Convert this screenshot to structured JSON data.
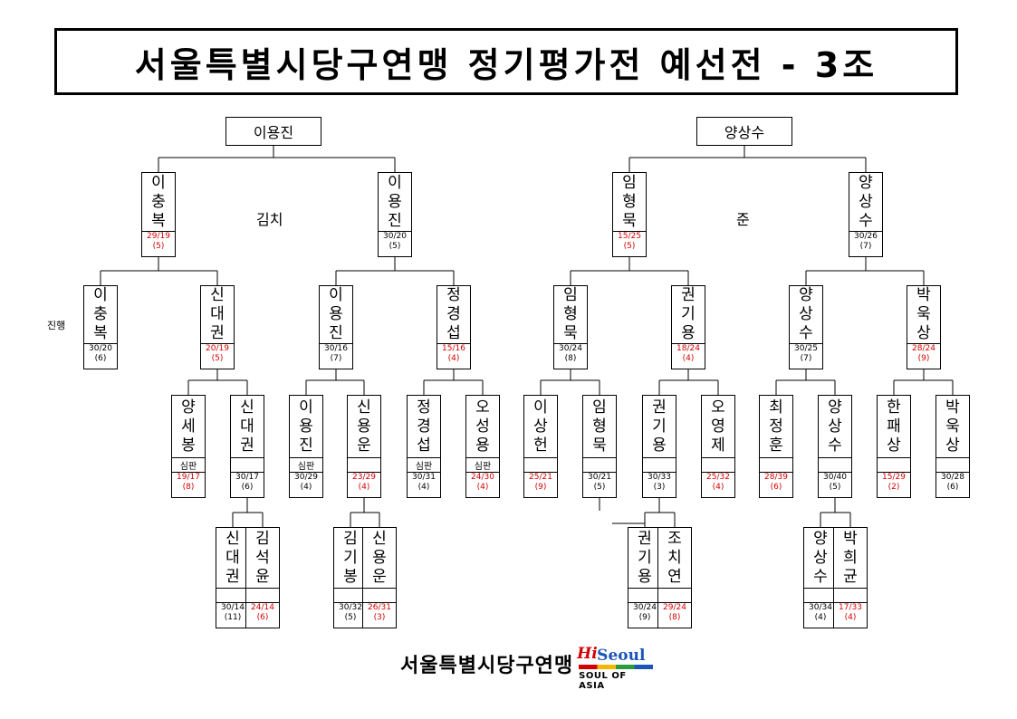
{
  "title": "서울특별시당구연맹 정기평가전 예선전 - 3조",
  "champions": [
    "이용진",
    "양상수"
  ],
  "annotations": {
    "left_final": "김치",
    "right_final": "준",
    "progress": "진행"
  },
  "referee_label": "심판",
  "footer": {
    "org": "서울특별시당구연맹",
    "logo_hi": "Hi",
    "logo_seoul": "Seoul",
    "logo_tag": "SOUL OF ASIA"
  },
  "colors": {
    "loss": "#d40000",
    "border": "#000000"
  },
  "players": [
    {
      "id": "A",
      "name": "이충복",
      "score": "29/19",
      "inning": "(5)",
      "red": true
    },
    {
      "id": "B",
      "name": "이용진",
      "score": "30/20",
      "inning": "(5)",
      "red": false
    },
    {
      "id": "C",
      "name": "임형묵",
      "score": "15/25",
      "inning": "(5)",
      "red": true
    },
    {
      "id": "D",
      "name": "양상수",
      "score": "30/26",
      "inning": "(7)",
      "red": false
    },
    {
      "id": "E",
      "name": "이충복",
      "score": "30/20",
      "inning": "(6)",
      "red": false
    },
    {
      "id": "F",
      "name": "신대권",
      "score": "20/19",
      "inning": "(5)",
      "red": true
    },
    {
      "id": "G",
      "name": "이용진",
      "score": "30/16",
      "inning": "(7)",
      "red": false
    },
    {
      "id": "H",
      "name": "정경섭",
      "score": "15/16",
      "inning": "(4)",
      "red": true
    },
    {
      "id": "I",
      "name": "임형묵",
      "score": "30/24",
      "inning": "(8)",
      "red": false
    },
    {
      "id": "J",
      "name": "권기용",
      "score": "18/24",
      "inning": "(4)",
      "red": true
    },
    {
      "id": "K",
      "name": "양상수",
      "score": "30/25",
      "inning": "(7)",
      "red": false
    },
    {
      "id": "L",
      "name": "박욱상",
      "score": "28/24",
      "inning": "(9)",
      "red": true
    },
    {
      "id": "M",
      "name": "양세봉",
      "score": "19/17",
      "inning": "(8)",
      "red": true,
      "ref": true
    },
    {
      "id": "N",
      "name": "신대권",
      "score": "30/17",
      "inning": "(6)",
      "red": false
    },
    {
      "id": "O",
      "name": "이용진",
      "score": "30/29",
      "inning": "(4)",
      "red": false,
      "ref": true
    },
    {
      "id": "P",
      "name": "신용운",
      "score": "23/29",
      "inning": "(4)",
      "red": true
    },
    {
      "id": "Q",
      "name": "정경섭",
      "score": "30/31",
      "inning": "(4)",
      "red": false,
      "ref": true
    },
    {
      "id": "R",
      "name": "오성용",
      "score": "24/30",
      "inning": "(4)",
      "red": true,
      "ref": true
    },
    {
      "id": "S",
      "name": "이상헌",
      "score": "25/21",
      "inning": "(9)",
      "red": true
    },
    {
      "id": "T",
      "name": "임형묵",
      "score": "30/21",
      "inning": "(5)",
      "red": false
    },
    {
      "id": "U",
      "name": "권기용",
      "score": "30/33",
      "inning": "(3)",
      "red": false
    },
    {
      "id": "V",
      "name": "오영제",
      "score": "25/32",
      "inning": "(4)",
      "red": true
    },
    {
      "id": "W",
      "name": "최정훈",
      "score": "28/39",
      "inning": "(6)",
      "red": true
    },
    {
      "id": "X",
      "name": "양상수",
      "score": "30/40",
      "inning": "(5)",
      "red": false
    },
    {
      "id": "Y",
      "name": "한패상",
      "score": "15/29",
      "inning": "(2)",
      "red": true
    },
    {
      "id": "Z",
      "name": "박욱상",
      "score": "30/28",
      "inning": "(6)",
      "red": false
    },
    {
      "id": "a",
      "name": "신대권",
      "score": "30/14",
      "inning": "(11)",
      "red": false
    },
    {
      "id": "b",
      "name": "김석윤",
      "score": "24/14",
      "inning": "(6)",
      "red": true
    },
    {
      "id": "c",
      "name": "김기봉",
      "score": "30/32",
      "inning": "(5)",
      "red": false
    },
    {
      "id": "d",
      "name": "신용운",
      "score": "26/31",
      "inning": "(3)",
      "red": true
    },
    {
      "id": "e",
      "name": "권기용",
      "score": "30/24",
      "inning": "(9)",
      "red": false
    },
    {
      "id": "f",
      "name": "조치연",
      "score": "29/24",
      "inning": "(8)",
      "red": true
    },
    {
      "id": "g",
      "name": "양상수",
      "score": "30/34",
      "inning": "(4)",
      "red": false
    },
    {
      "id": "h",
      "name": "박희균",
      "score": "17/33",
      "inning": "(4)",
      "red": true
    }
  ]
}
